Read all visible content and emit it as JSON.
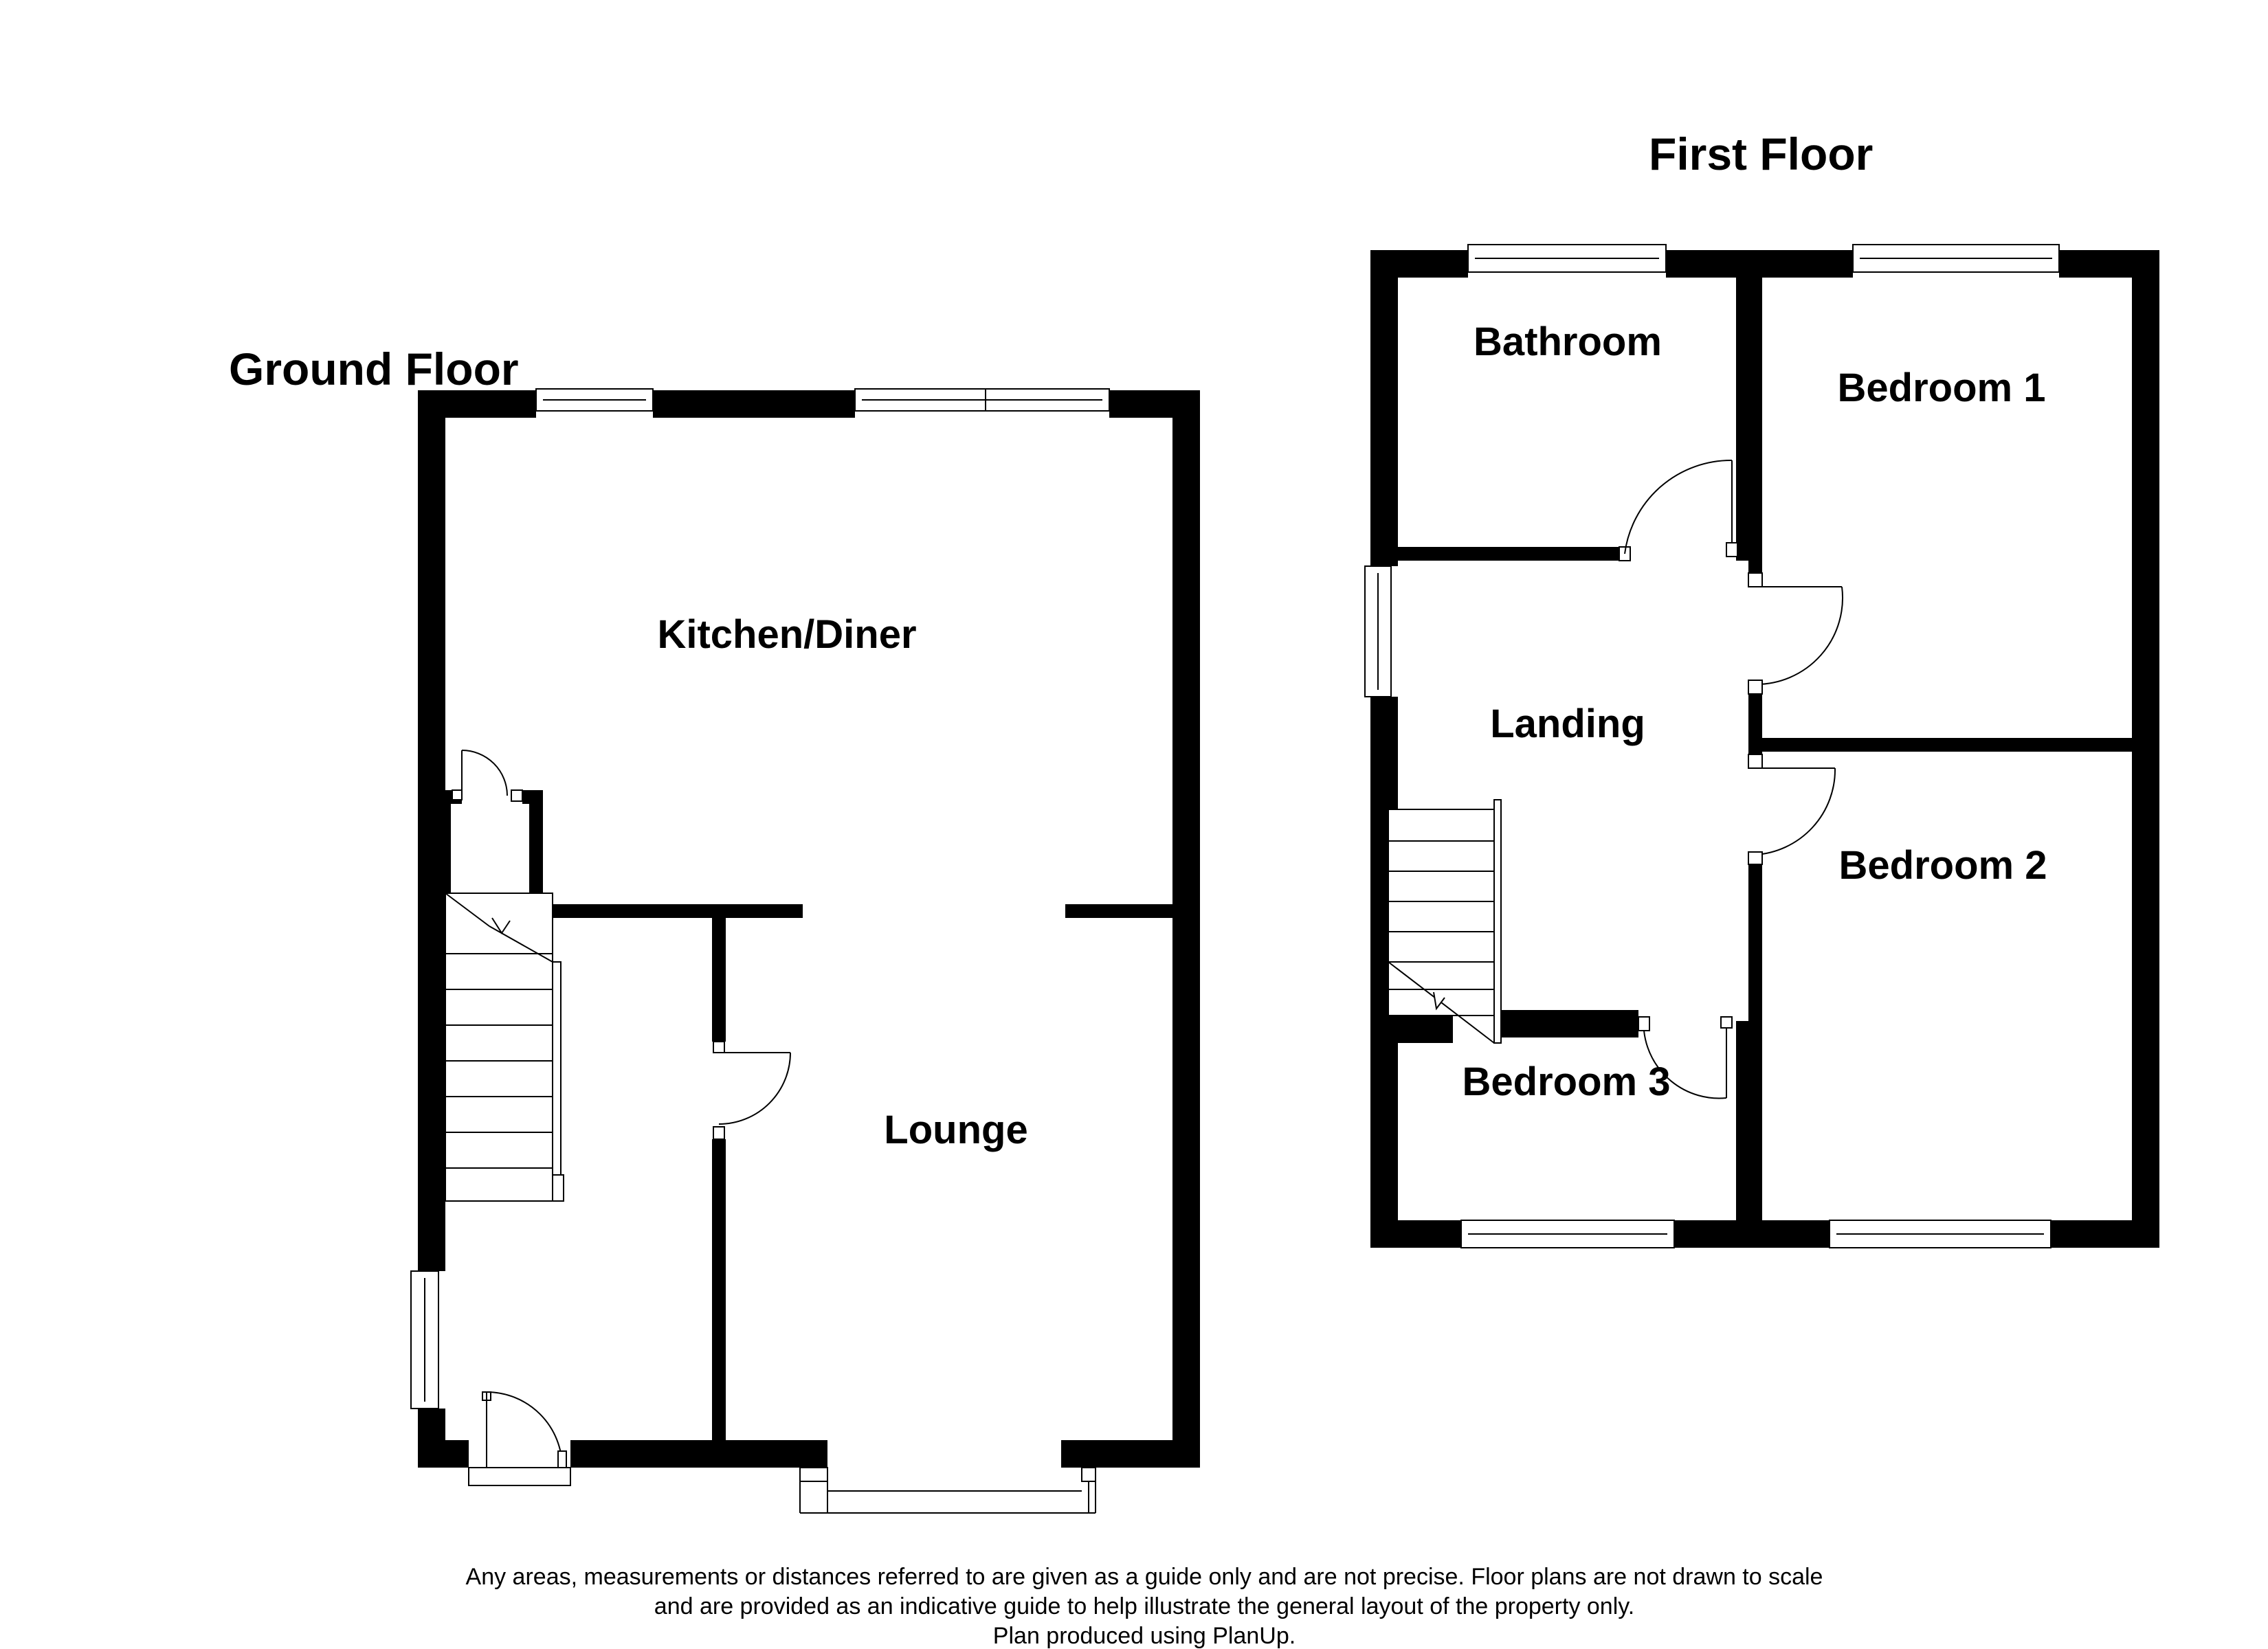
{
  "floors": {
    "ground": {
      "title": "Ground Floor",
      "rooms": {
        "kitchen_diner": "Kitchen/Diner",
        "lounge": "Lounge"
      }
    },
    "first": {
      "title": "First Floor",
      "rooms": {
        "bathroom": "Bathroom",
        "bedroom_1": "Bedroom 1",
        "landing": "Landing",
        "bedroom_2": "Bedroom 2",
        "bedroom_3": "Bedroom 3"
      }
    }
  },
  "disclaimer": {
    "line1": "Any areas, measurements or distances referred to are given as a guide only and are not precise. Floor plans are not drawn to scale",
    "line2": "and are provided as an indicative guide to help illustrate the general layout of the property only.",
    "line3": "Plan produced using PlanUp."
  },
  "colors": {
    "wall": "#000000",
    "background": "#ffffff"
  }
}
